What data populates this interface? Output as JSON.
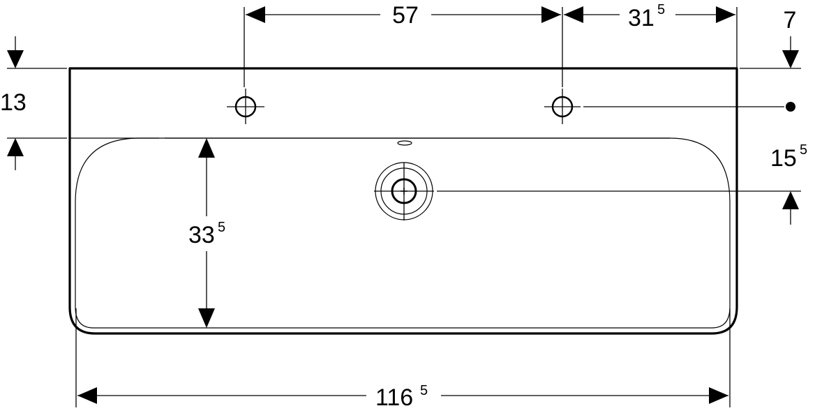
{
  "dimensions": {
    "tap_spacing": {
      "main": "57",
      "sup": ""
    },
    "tap_to_edge": {
      "main": "31",
      "sup": "5"
    },
    "top_offset": {
      "main": "7",
      "sup": ""
    },
    "rim_depth": {
      "main": "13",
      "sup": ""
    },
    "drain_offset": {
      "main": "15",
      "sup": "5"
    },
    "basin_depth": {
      "main": "33",
      "sup": "5"
    },
    "overall_width": {
      "main": "116",
      "sup": "5"
    }
  }
}
